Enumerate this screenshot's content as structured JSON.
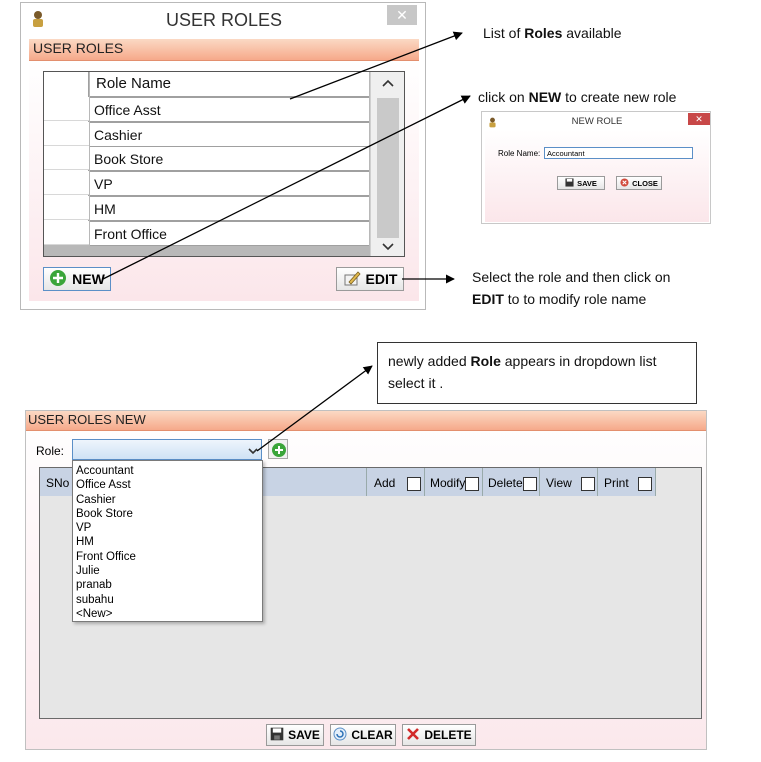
{
  "user_roles_window": {
    "title": "USER ROLES",
    "close_glyph": "✕",
    "band_title": "USER ROLES",
    "column_header": "Role Name",
    "roles": [
      "Office Asst",
      "Cashier",
      "Book Store",
      "VP",
      "HM",
      "Front Office"
    ],
    "new_label": "NEW",
    "edit_label": "EDIT"
  },
  "annotations": {
    "list_prefix": "List of ",
    "list_bold": "Roles",
    "list_suffix": "  available",
    "new_prefix": "click on ",
    "new_bold": "NEW",
    "new_suffix": "  to create new role",
    "edit_line1": "Select  the role and then click on",
    "edit_bold": "EDIT",
    "edit_suffix": "  to to modify role name",
    "dropdown_prefix": "newly added ",
    "dropdown_bold": "Role",
    "dropdown_suffix": " appears in  dropdown list",
    "dropdown_line2": "select it ."
  },
  "new_role_dialog": {
    "title": "NEW ROLE",
    "close_glyph": "✕",
    "field_label": "Role Name:",
    "field_value": "Accountant",
    "save_label": "SAVE",
    "close_label": "CLOSE"
  },
  "user_roles_new": {
    "band_title": "USER ROLES NEW",
    "role_label": "Role:",
    "dropdown_options": [
      "Accountant",
      "Office Asst",
      "Cashier",
      "Book Store",
      "VP",
      "HM",
      "Front Office",
      "Julie",
      "pranab",
      "subahu",
      "<New>"
    ],
    "columns": {
      "sno": "SNo",
      "add": "Add",
      "modify": "Modify",
      "delete": "Delete",
      "view": "View",
      "print": "Print"
    },
    "save_label": "SAVE",
    "clear_label": "CLEAR",
    "delete_label": "DELETE"
  },
  "colors": {
    "band": "#f6a98a",
    "grid": "#b8b8b8",
    "header": "#c8d3e4",
    "green": "#3aa53a"
  }
}
